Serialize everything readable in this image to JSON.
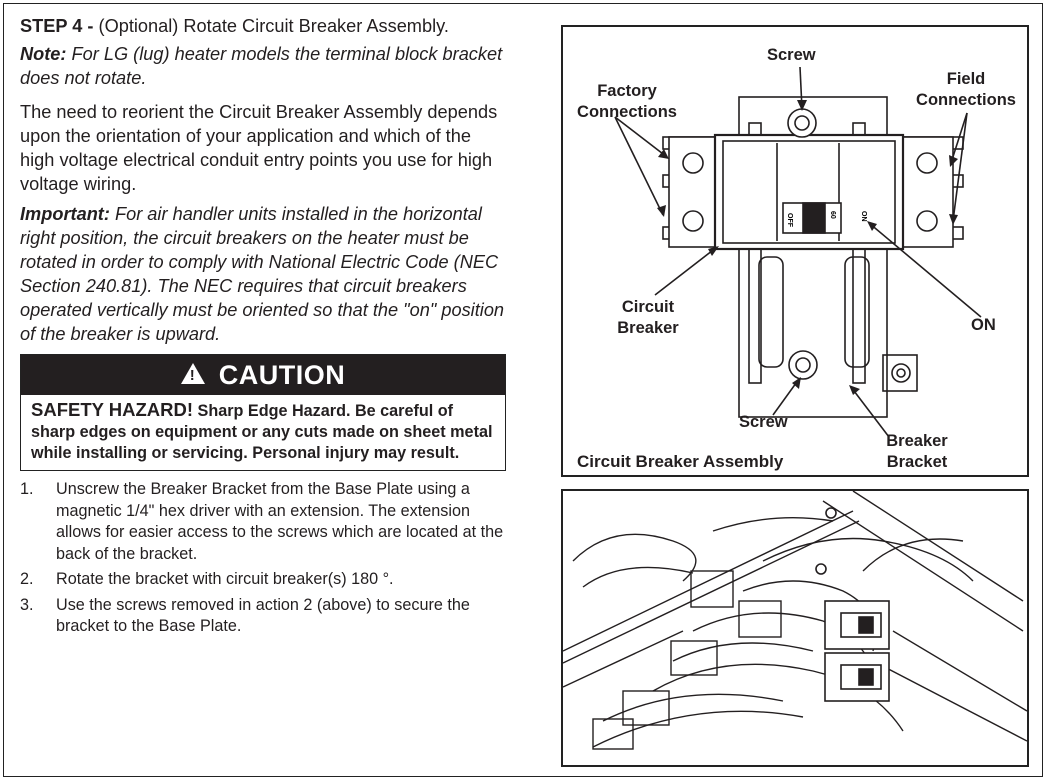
{
  "step": {
    "label": "STEP 4 -",
    "text": " (Optional) Rotate Circuit Breaker Assembly."
  },
  "note": {
    "label": "Note:",
    "text": " For LG (lug) heater models the terminal block bracket does not rotate."
  },
  "body_text": "The need to reorient the Circuit Breaker Assembly depends upon the orientation of your application and which of the high voltage electrical conduit entry points you use for high voltage wiring.",
  "important": {
    "label": "Important:",
    "text": " For air handler units installed in the horizontal right position, the circuit breakers on the heater must be rotated in order to comply with National Electric Code (NEC Section 240.81). The NEC requires that circuit breakers operated vertically must be oriented so that the \"on\" position of the breaker is upward."
  },
  "caution": {
    "title": "CAUTION",
    "hazard": "SAFETY HAZARD!",
    "text": " Sharp Edge Hazard. Be careful of sharp edges on equipment or any cuts made on sheet metal while installing or servicing. Personal injury may result."
  },
  "steps": [
    {
      "num": "1.",
      "text": "Unscrew the Breaker Bracket from the Base Plate using a magnetic 1/4\" hex driver with an extension. The extension allows for easier access to the screws which are located at the back of the bracket."
    },
    {
      "num": "2.",
      "text": "Rotate the bracket with circuit breaker(s) 180 °."
    },
    {
      "num": "3.",
      "text": "Use the screws removed in action 2 (above) to secure the bracket to the Base Plate."
    }
  ],
  "diagram": {
    "screw_top": "Screw",
    "factory": "Factory Connections",
    "field": "Field Connections",
    "circuit_breaker": "Circuit Breaker",
    "on": "ON",
    "screw_bottom": "Screw",
    "breaker_bracket": "Breaker Bracket",
    "caption": "Circuit Breaker Assembly",
    "switch_off": "OFF",
    "switch_60": "60",
    "switch_on": "ON"
  }
}
